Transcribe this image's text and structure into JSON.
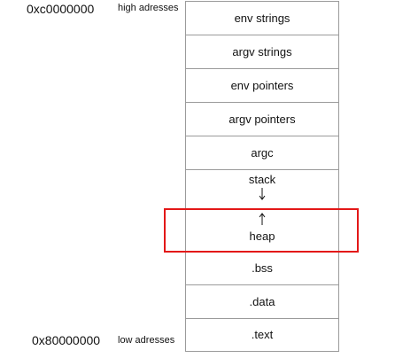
{
  "addresses": {
    "high_value": "0xc0000000",
    "high_label": "high adresses",
    "low_value": "0x80000000",
    "low_label": "low adresses"
  },
  "segments": {
    "env_strings": "env strings",
    "argv_strings": "argv strings",
    "env_pointers": "env pointers",
    "argv_pointers": "argv pointers",
    "argc": "argc",
    "stack": "stack",
    "heap": "heap",
    "bss": ".bss",
    "data": ".data",
    "text": ".text"
  },
  "colors": {
    "highlight": "#e31818",
    "border": "#9a9a9a"
  }
}
